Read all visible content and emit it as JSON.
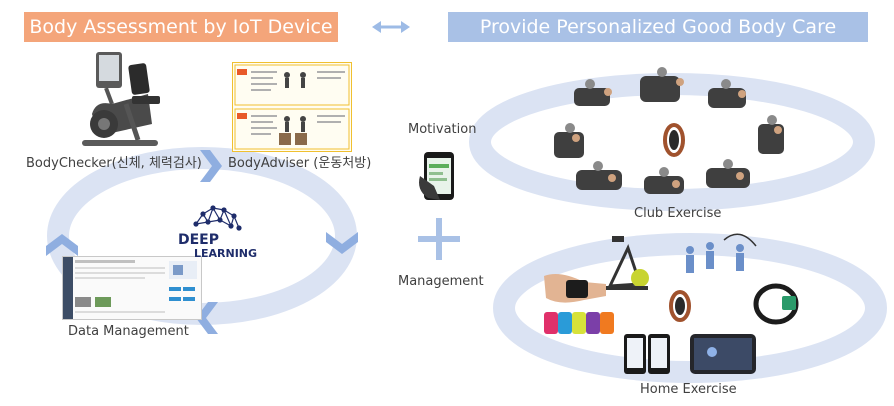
{
  "left_banner": {
    "title": "Body Assessment by IoT Device",
    "color": "#f4a57a"
  },
  "right_banner": {
    "title": "Provide Personalized Good Body Care Solution",
    "color": "#a9c1e6"
  },
  "arrow_color": "#9dbbe6",
  "cycle": {
    "node_body_checker": "BodyChecker(신체, 체력검사)",
    "node_body_adviser": "BodyAdviser (운동처방)",
    "node_data_management": "Data Management",
    "center_logo": {
      "line1": "DEEP",
      "line2": "LEARNING"
    }
  },
  "middle": {
    "motivation": "Motivation",
    "management": "Management"
  },
  "right": {
    "club_exercise": "Club Exercise",
    "home_exercise": "Home Exercise"
  }
}
